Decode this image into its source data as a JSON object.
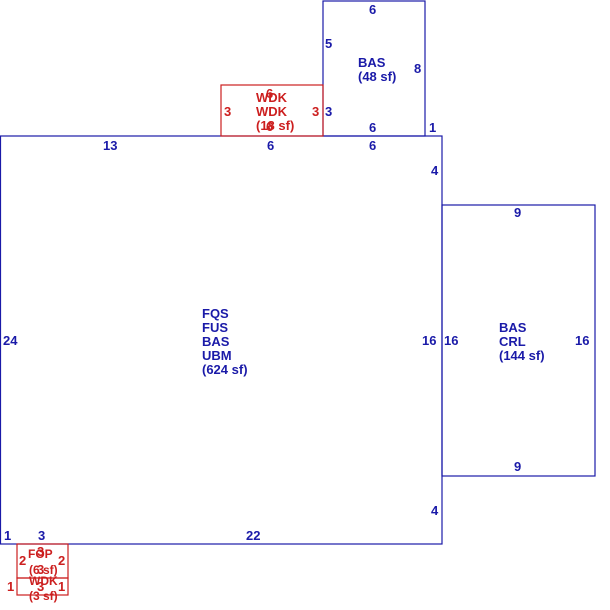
{
  "colors": {
    "living": "#1a1aa8",
    "deck": "#cc1f1f",
    "background": "#ffffff"
  },
  "main_area": {
    "codes": [
      "FQS",
      "FUS",
      "BAS",
      "UBM"
    ],
    "area": "(624 sf)",
    "dims": {
      "top_left": "13",
      "top_mid": "6",
      "top_right": "6",
      "left": "24",
      "right_upper": "4",
      "right_mid": "16",
      "right_lower": "4",
      "bottom": "22",
      "bottom_left_a": "1",
      "bottom_left_b": "3"
    }
  },
  "upper_bas": {
    "codes": [
      "BAS"
    ],
    "area": "(48 sf)",
    "dims": {
      "top": "6",
      "left": "5",
      "right": "8",
      "bottom": "6",
      "side_small": "1",
      "left_small": "3"
    }
  },
  "crl_bas": {
    "codes": [
      "BAS",
      "CRL"
    ],
    "area": "(144 sf)",
    "dims": {
      "top": "9",
      "bottom": "9",
      "left": "16",
      "right": "16"
    }
  },
  "wdk_top": {
    "codes": [
      "WDK",
      "WDK"
    ],
    "area": "(18 sf)",
    "dims": {
      "top": "6",
      "left": "3",
      "right": "3",
      "bottom": "6"
    }
  },
  "fop": {
    "codes": [
      "FOP"
    ],
    "area": "(6 sf)",
    "dims": {
      "left": "2",
      "right": "2",
      "top": "3",
      "bottom": "3"
    }
  },
  "wdk_small": {
    "codes": [
      "WDK"
    ],
    "area": "(3 sf)",
    "dims": {
      "left": "1",
      "right": "1",
      "top": "3"
    }
  }
}
